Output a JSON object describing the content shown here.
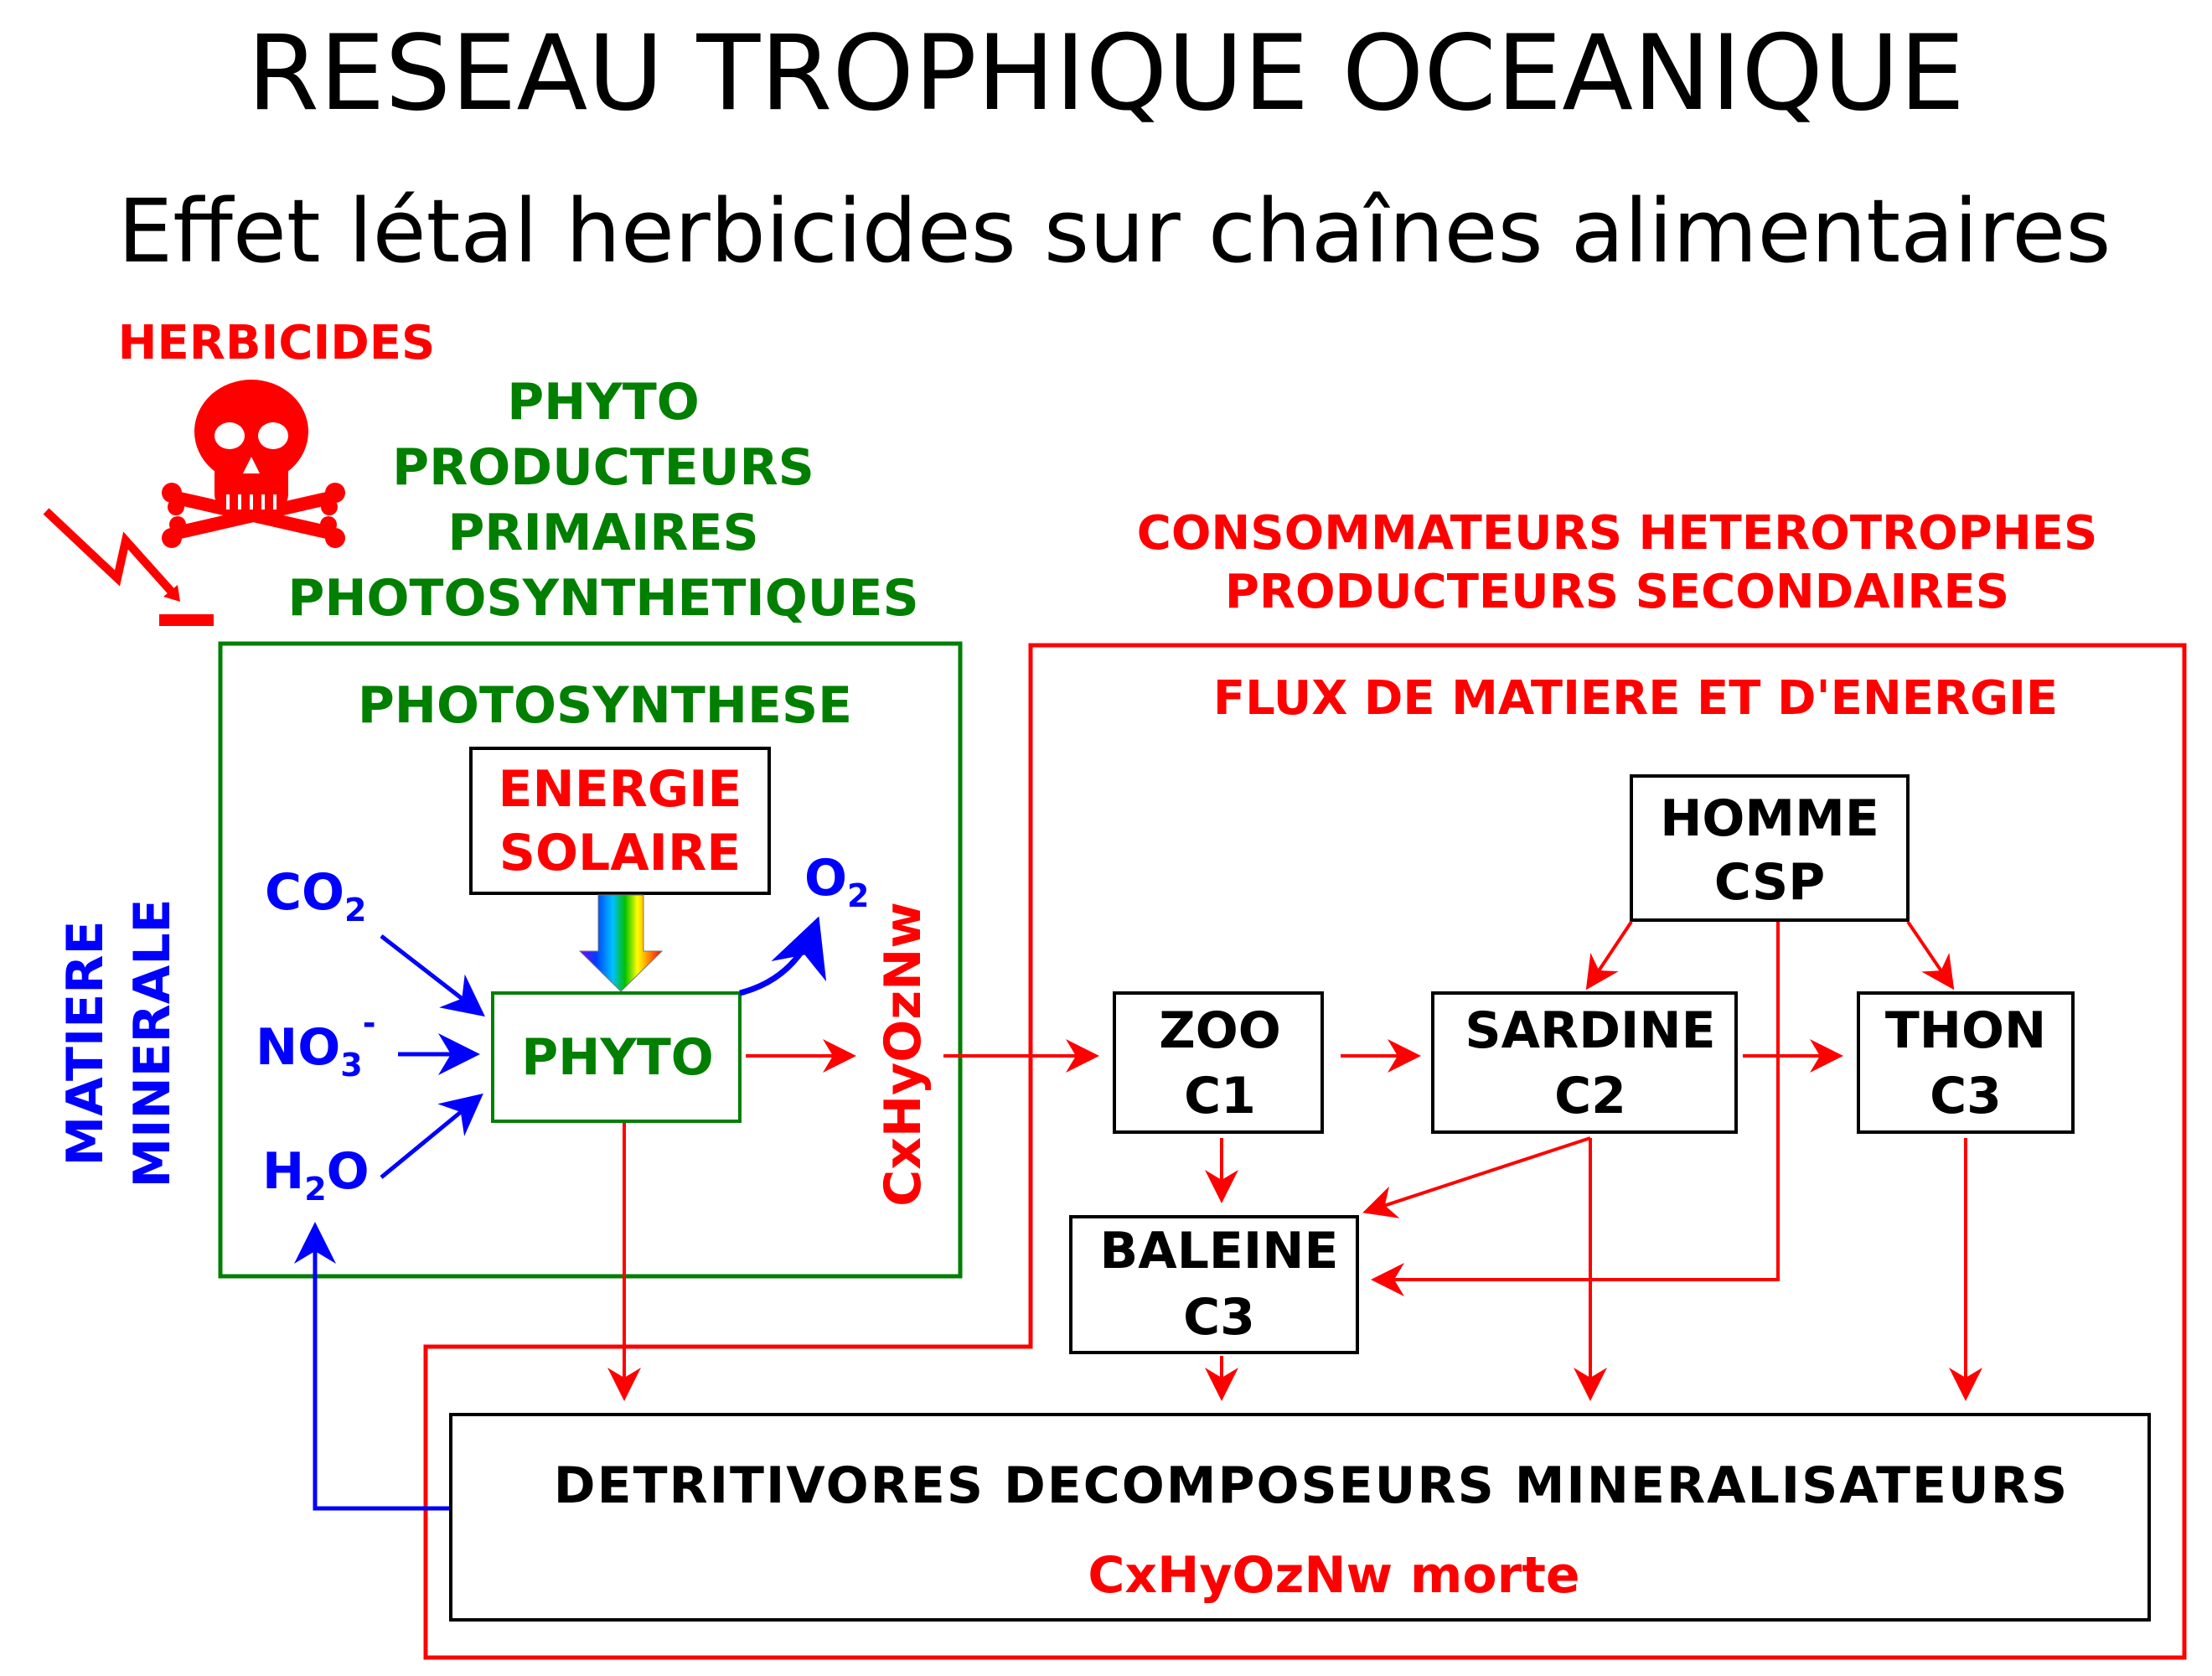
{
  "title": "RESEAU TROPHIQUE OCEANIQUE",
  "subtitle": "Effet létal herbicides sur chaînes alimentaires",
  "herbicides": {
    "label": "HERBICIDES",
    "icon": "skull-crossbones-icon"
  },
  "phyto_heading": [
    "PHYTO",
    "PRODUCTEURS",
    "PRIMAIRES",
    "PHOTOSYNTHETIQUES"
  ],
  "consumers_heading": [
    "CONSOMMATEURS HETEROTROPHES",
    "PRODUCTEURS SECONDAIRES"
  ],
  "photosynthese": "PHOTOSYNTHESE",
  "flux": "FLUX DE MATIERE ET D'ENERGIE",
  "energie_solaire": [
    "ENERGIE",
    "SOLAIRE"
  ],
  "matiere_minerale": [
    "MATIERE",
    "MINERALE"
  ],
  "inputs": {
    "co2": {
      "base": "CO",
      "sub": "2"
    },
    "no3": {
      "base": "NO",
      "sub": "3",
      "sup": "-"
    },
    "h2o": {
      "base": "H",
      "sub": "2",
      "tail": "O"
    }
  },
  "o2": {
    "base": "O",
    "sub": "2"
  },
  "phyto_box": "PHYTO",
  "organic": "CxHyOzNw",
  "nodes": {
    "homme": [
      "HOMME",
      "CSP"
    ],
    "zoo": [
      "ZOO",
      "C1"
    ],
    "sardine": [
      "SARDINE",
      "C2"
    ],
    "thon": [
      "THON",
      "C3"
    ],
    "baleine": [
      "BALEINE",
      "C3"
    ]
  },
  "detritivores": {
    "label": "DETRITIVORES DECOMPOSEURS MINERALISATEURS",
    "sub": "CxHyOzNw morte"
  },
  "colors": {
    "red": "#ff0000",
    "green": "#007f00",
    "blue": "#0000ff",
    "black": "#000000"
  }
}
